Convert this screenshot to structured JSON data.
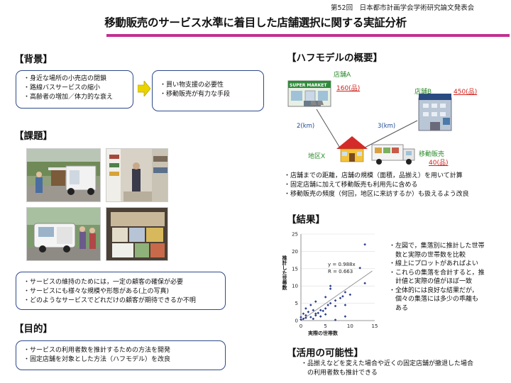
{
  "header": {
    "conference": "第52回　日本都市計画学会学術研究論文発表会",
    "title": "移動販売のサービス水準に着目した店舗選択に関する実証分析"
  },
  "background": {
    "heading": "【背景】",
    "left_items": [
      "・身近な場所の小売店の閉鎖",
      "・路線バスサービスの縮小",
      "・高齢者の増加／体力的な衰え"
    ],
    "right_items": [
      "・買い物支援の必要性",
      "・移動販売が有力な手段"
    ]
  },
  "issues": {
    "heading": "【課題】",
    "items": [
      "・サービスの維持のためには，一定の顧客の確保が必要",
      "・サービスにも様々な規模や形態がある(上の写真)",
      "・どのようなサービスでどれだけの顧客が期待できるか不明"
    ]
  },
  "purpose": {
    "heading": "【目的】",
    "items": [
      "・サービスの利用者数を推計するための方法を開発",
      "・固定店舗を対象とした方法（ハフモデル）を改良"
    ]
  },
  "huff": {
    "heading": "【ハフモデルの概要】",
    "store_a": "店舗A",
    "store_a_size": "160(品)",
    "store_b": "店舗B",
    "store_b_size": "450(品)",
    "supermarket_sign": "SUPER MARKET",
    "distance_a": "2(km)",
    "distance_b": "3(km)",
    "district": "地区X",
    "mobile": "移動販売",
    "mobile_size": "40(品)",
    "bullets": [
      "・店舗までの距離，店舗の規模（面積，品揃え）を用いて計算",
      "・固定店舗に加えて移動販売も利用先に含める",
      "・移動販売の頻度（何回，地区に来訪するか）も扱えるよう改良"
    ]
  },
  "results": {
    "heading": "【結果】",
    "bullets": [
      "・左図で，集落別に推計した世帯",
      "　数と実際の世帯数を比較",
      "・線上にプロットがあればよい",
      "・これらの集落を合計すると，推",
      "　計値と実際の値がほぼ一致",
      "・全体的には良好な結果だが，",
      "　個々の集落には多少の乖離も",
      "　ある"
    ]
  },
  "application": {
    "heading": "【活用の可能性】",
    "items": [
      "・品揃えなどを変えた場合や近くの固定店舗が撤退した場合",
      "　の利用者数も推計できる"
    ]
  },
  "colors": {
    "accent": "#c2308f",
    "box_border": "#2e4a8a",
    "label_red": "#d0211c",
    "label_green": "#2e8a2e",
    "label_blue": "#1f4b91",
    "arrow": "#e9d400",
    "points": "#2d3f8f"
  },
  "chart_data": {
    "type": "scatter",
    "xlabel": "実際の世帯数",
    "ylabel": "推計した世帯数",
    "xlim": [
      0,
      15
    ],
    "ylim": [
      0,
      25
    ],
    "xticks": [
      0,
      5,
      10,
      15
    ],
    "yticks": [
      0,
      5,
      10,
      15,
      20,
      25
    ],
    "equation": "y = 0.988x",
    "r_value": "R = 0.663",
    "trendline_slope": 0.988,
    "grid": true,
    "points": [
      [
        0,
        0.3
      ],
      [
        0,
        1.0
      ],
      [
        0.5,
        0.5
      ],
      [
        0.5,
        2.0
      ],
      [
        1,
        1.5
      ],
      [
        1,
        0.8
      ],
      [
        1,
        3.5
      ],
      [
        1.5,
        2.5
      ],
      [
        2,
        1.0
      ],
      [
        2,
        4.5
      ],
      [
        2.5,
        3.0
      ],
      [
        2.5,
        0.5
      ],
      [
        3,
        1.5
      ],
      [
        3,
        2.0
      ],
      [
        3,
        5.5
      ],
      [
        3.5,
        2.2
      ],
      [
        4,
        3.0
      ],
      [
        4,
        1.2
      ],
      [
        4.5,
        2.8
      ],
      [
        5,
        3.5
      ],
      [
        5,
        1.8
      ],
      [
        5,
        6.8
      ],
      [
        5.5,
        4.5
      ],
      [
        6,
        5.0
      ],
      [
        6,
        9.2
      ],
      [
        6,
        10.0
      ],
      [
        7,
        4.2
      ],
      [
        7,
        5.8
      ],
      [
        7,
        0.2
      ],
      [
        8,
        6.5
      ],
      [
        8.5,
        7.0
      ],
      [
        9,
        4.5
      ],
      [
        9,
        8.2
      ],
      [
        9,
        1.2
      ],
      [
        10,
        7.5
      ],
      [
        12,
        15.2
      ],
      [
        13,
        10.8
      ],
      [
        13,
        22.0
      ]
    ]
  }
}
